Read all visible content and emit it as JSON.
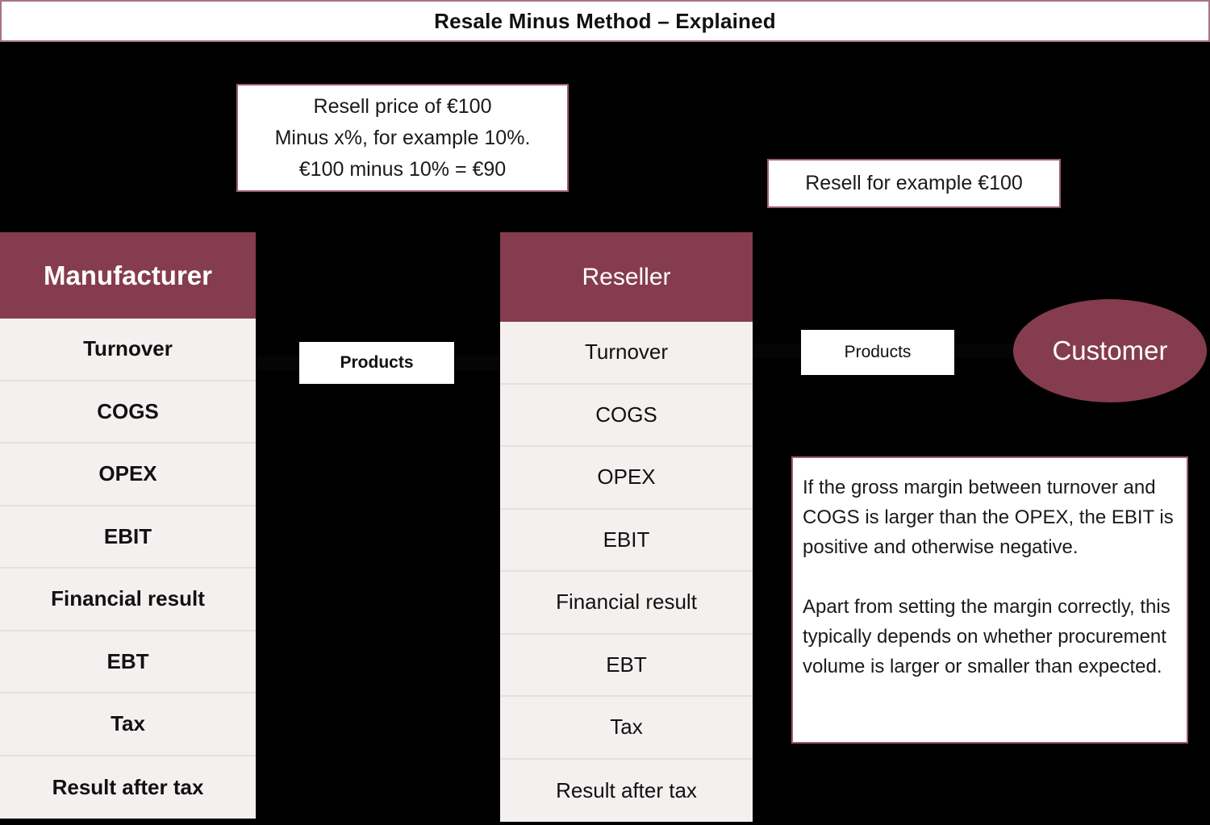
{
  "title_bar": {
    "title": "Resale Minus Method – Explained"
  },
  "colors": {
    "maroon": "#853c4e",
    "border_rose": "#9e5d6c",
    "title_border": "#a97383",
    "row_bg": "#f5f0f0",
    "row_divider": "#e6e0e0",
    "background": "#000000",
    "white": "#ffffff"
  },
  "callouts": {
    "resell_price": {
      "lines": [
        "Resell price of €100",
        "Minus x%, for example 10%.",
        "€100 minus 10% = €90"
      ]
    },
    "resell_customer": {
      "text": "Resell for example €100"
    },
    "info": {
      "paragraph_1": "If the gross margin between turnover and COGS is larger than the OPEX, the EBIT is positive and otherwise negative.",
      "paragraph_2": "Apart from setting the margin correctly, this typically depends on whether procurement volume is larger or smaller than expected."
    }
  },
  "columns": [
    {
      "id": "manufacturer",
      "header": "Manufacturer",
      "rows": [
        "Turnover",
        "COGS",
        "OPEX",
        "EBIT",
        "Financial result",
        "EBT",
        "Tax",
        "Result after tax"
      ]
    },
    {
      "id": "reseller",
      "header": "Reseller",
      "rows": [
        "Turnover",
        "COGS",
        "OPEX",
        "EBIT",
        "Financial result",
        "EBT",
        "Tax",
        "Result after tax"
      ]
    }
  ],
  "flows": [
    {
      "id": "manufacturer-to-reseller",
      "label": "Products"
    },
    {
      "id": "reseller-to-customer",
      "label": "Products"
    }
  ],
  "customer": {
    "label": "Customer"
  }
}
